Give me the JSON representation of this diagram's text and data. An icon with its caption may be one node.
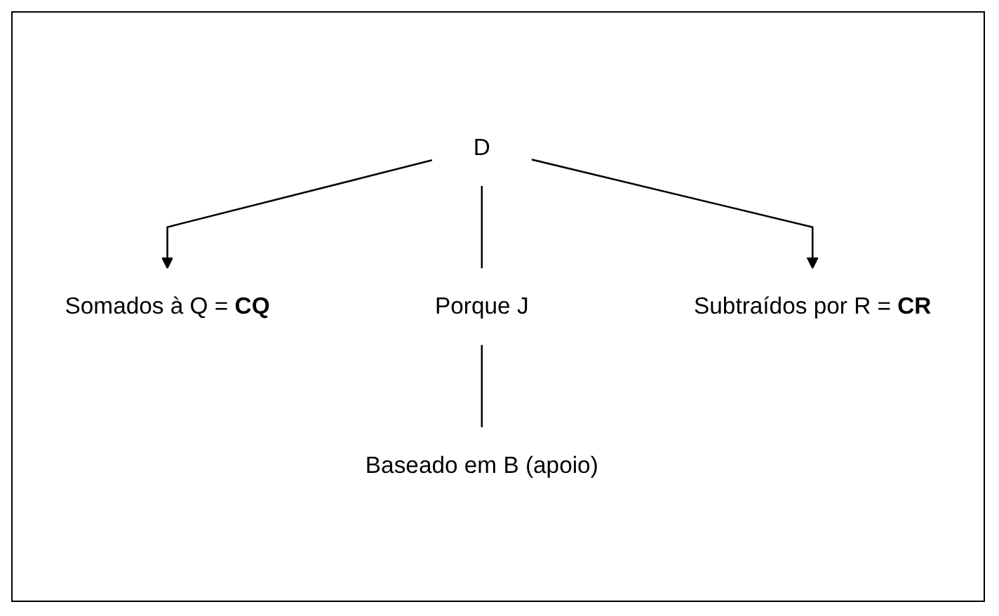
{
  "diagram": {
    "nodes": [
      {
        "text": [
          "D"
        ]
      },
      {
        "text": [
          "Somados à Q = **CQ**"
        ]
      },
      {
        "text": [
          "Porque J"
        ]
      },
      {
        "text": [
          "Subtraídos por R = **CR**"
        ]
      },
      {
        "text": [
          "Baseado em B (apoio)"
        ]
      }
    ],
    "edges": [
      {
        "from": 0,
        "to": 1,
        "arrow": "to"
      },
      {
        "from": 0,
        "to": 3,
        "arrow": "to"
      },
      {
        "from": 0,
        "to": 2,
        "arrow": "none"
      },
      {
        "from": 2,
        "to": 4,
        "arrow": "none"
      }
    ]
  }
}
